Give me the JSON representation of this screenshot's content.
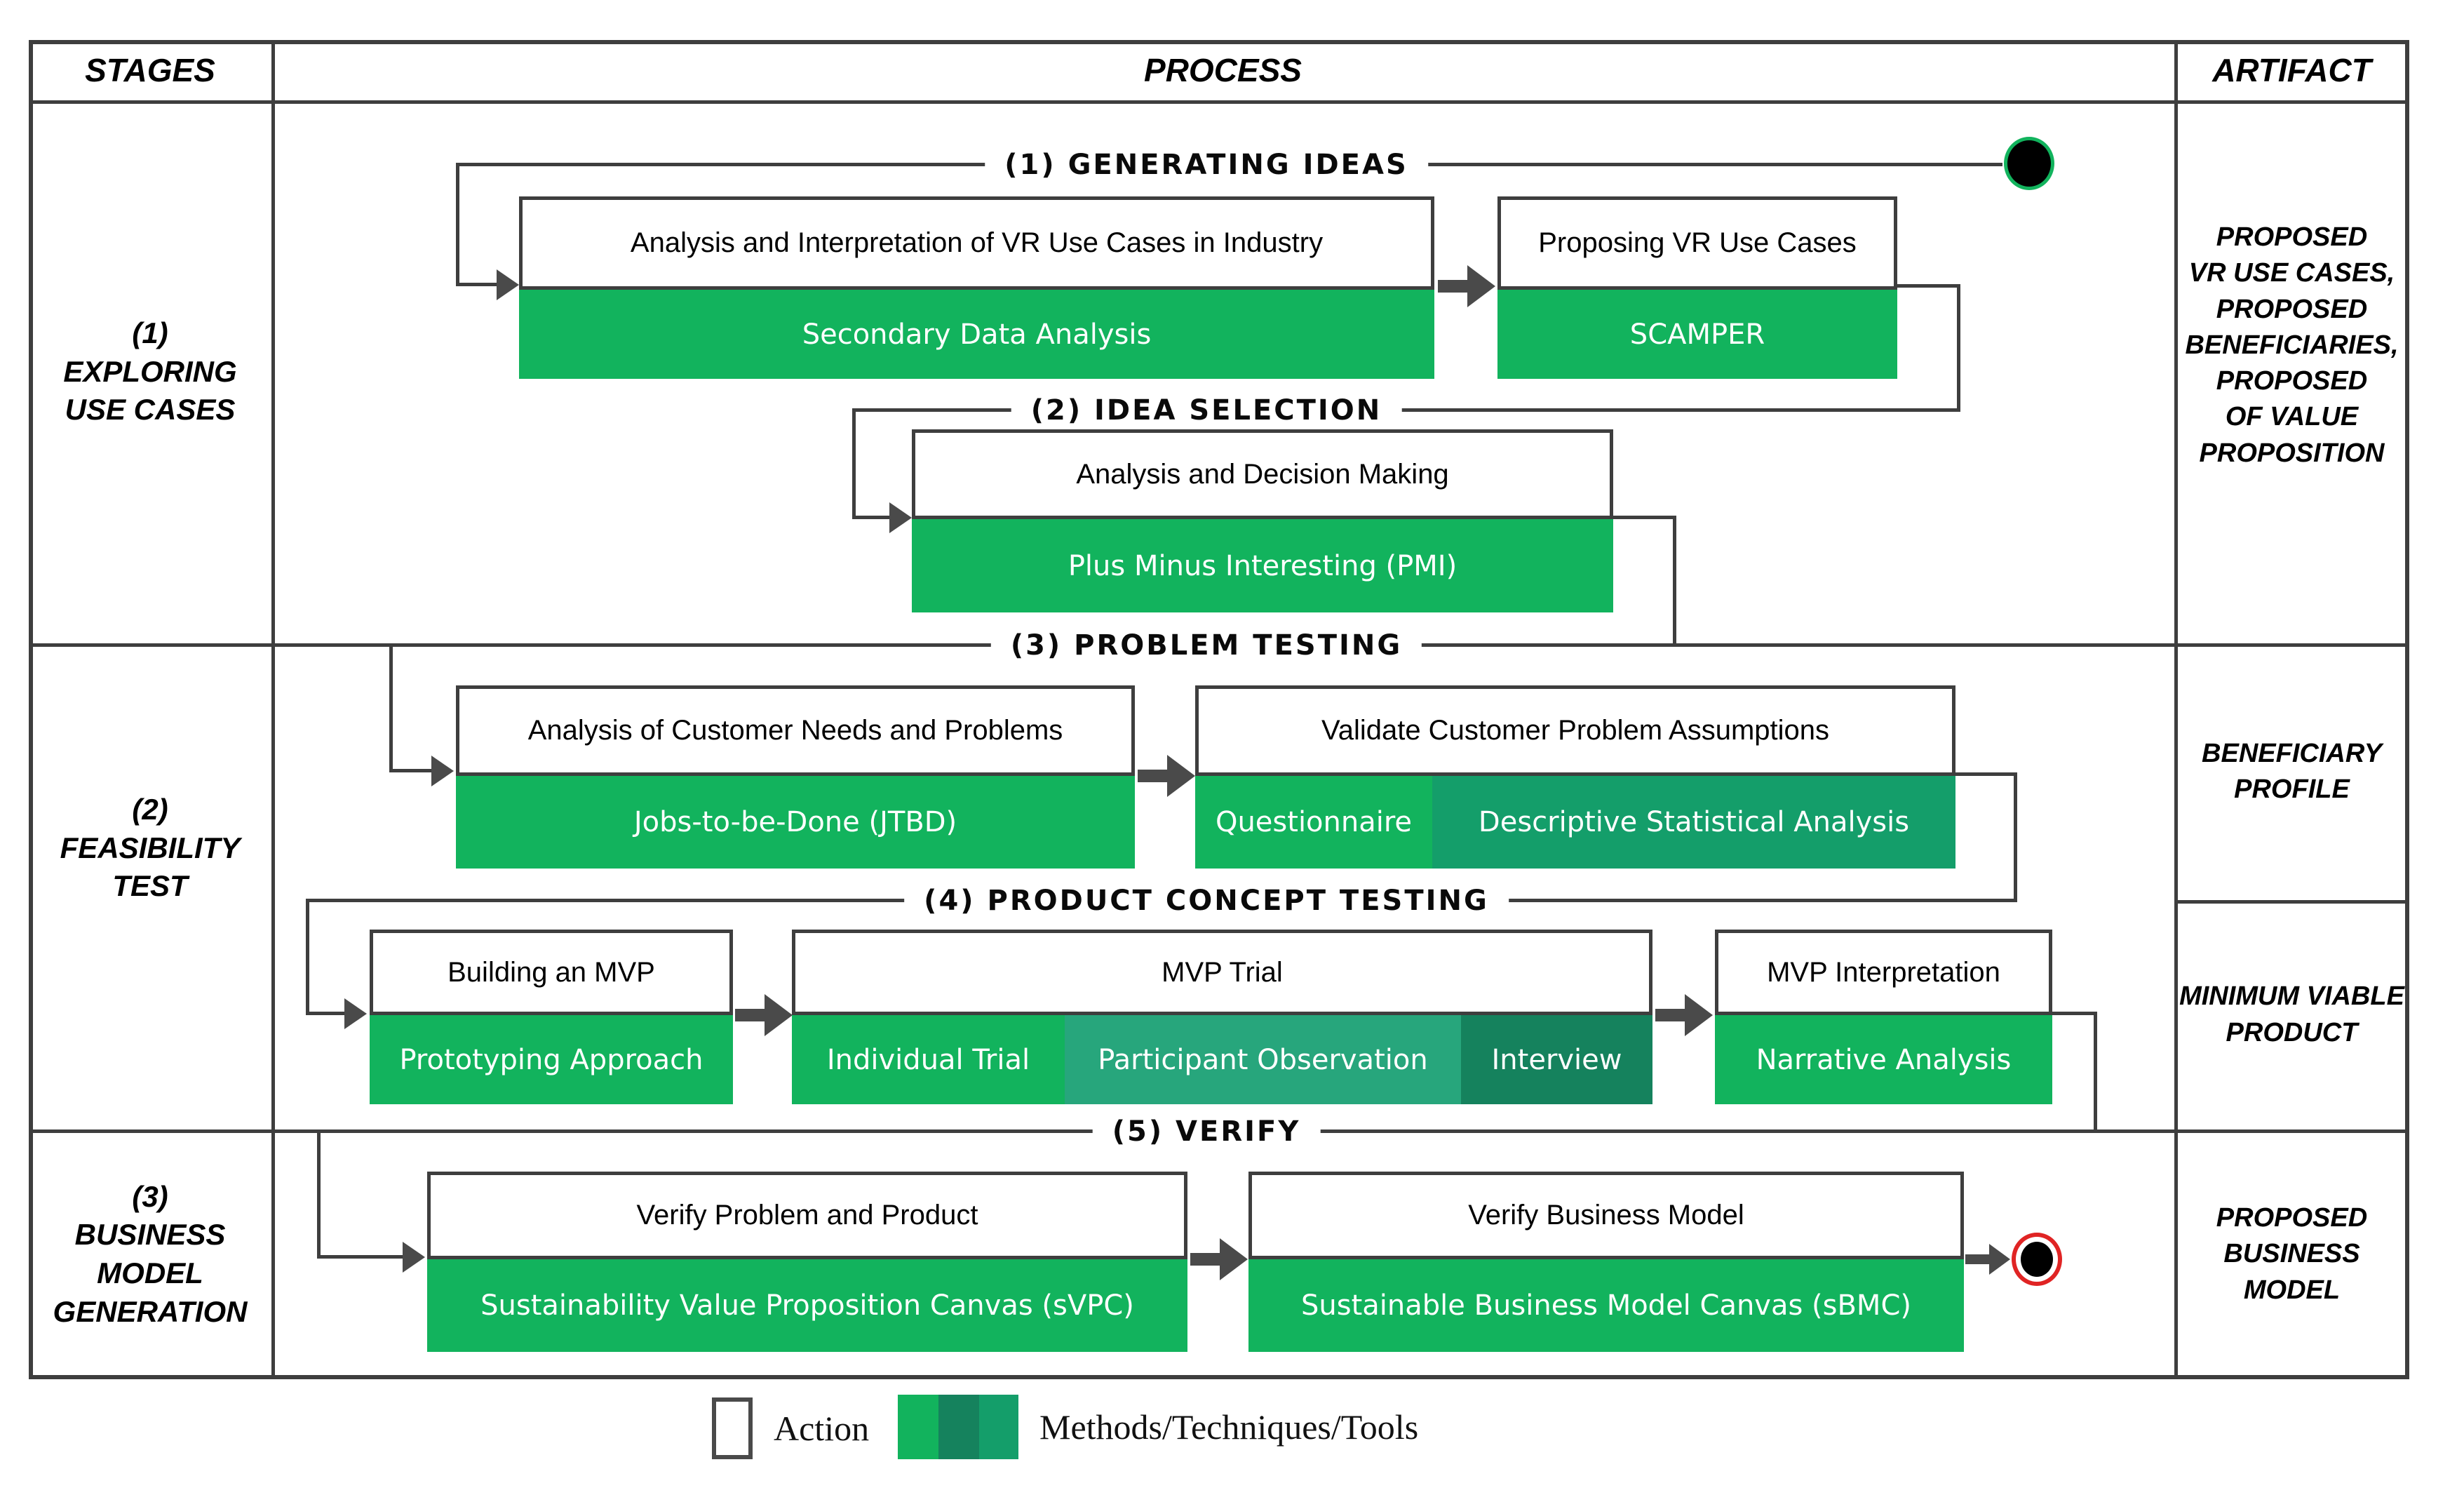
{
  "title_row": {
    "stages": "STAGES",
    "process": "PROCESS",
    "artifact": "ARTIFACT"
  },
  "stages": {
    "s1": "(1)\nEXPLORING\nUSE CASES",
    "s2": "(2)\nFEASIBILITY\nTEST",
    "s3": "(3)\nBUSINESS\nMODEL\nGENERATION"
  },
  "artifacts": {
    "a1": "PROPOSED\nVR USE CASES,\nPROPOSED\nBENEFICIARIES,\nPROPOSED\nOF VALUE\nPROPOSITION",
    "a2": "BENEFICIARY\nPROFILE",
    "a3": "MINIMUM VIABLE\nPRODUCT",
    "a4": "PROPOSED\nBUSINESS MODEL"
  },
  "phases": {
    "p1": "(1) GENERATING IDEAS",
    "p2": "(2) IDEA SELECTION",
    "p3": "(3) PROBLEM TESTING",
    "p4": "(4) PRODUCT CONCEPT TESTING",
    "p5": "(5) VERIFY"
  },
  "boxes": {
    "b1": {
      "action": "Analysis and Interpretation of VR Use Cases in Industry",
      "method": "Secondary Data Analysis"
    },
    "b2": {
      "action": "Proposing VR Use Cases",
      "method": "SCAMPER"
    },
    "b3": {
      "action": "Analysis and Decision Making",
      "method": "Plus Minus Interesting (PMI)"
    },
    "b4": {
      "action": "Analysis of Customer Needs and Problems",
      "method": "Jobs-to-be-Done (JTBD)"
    },
    "b5": {
      "action": "Validate Customer Problem Assumptions",
      "method1": "Questionnaire",
      "method2": "Descriptive Statistical Analysis"
    },
    "b6": {
      "action": "Building an MVP",
      "method": "Prototyping Approach"
    },
    "b7": {
      "action": "MVP Trial",
      "method1": "Individual Trial",
      "method2": "Participant Observation",
      "method3": "Interview"
    },
    "b8": {
      "action": "MVP Interpretation",
      "method": "Narrative Analysis"
    },
    "b9": {
      "action": "Verify Problem and Product",
      "method": "Sustainability Value Proposition Canvas (sVPC)"
    },
    "b10": {
      "action": "Verify Business Model",
      "method": "Sustainable Business Model Canvas (sBMC)"
    }
  },
  "legend": {
    "action_label": "Action",
    "methods_label": "Methods/Techniques/Tools"
  },
  "palette": {
    "green_light": "#12B35D",
    "green_mid": "#27A67C",
    "green_teal": "#149E6A",
    "green_dark": "#15825D",
    "table_line": "#3E3E3E",
    "arrow": "#4A4A4A",
    "start_node_ring": "#12B35D",
    "end_node_ring": "#E02424"
  }
}
